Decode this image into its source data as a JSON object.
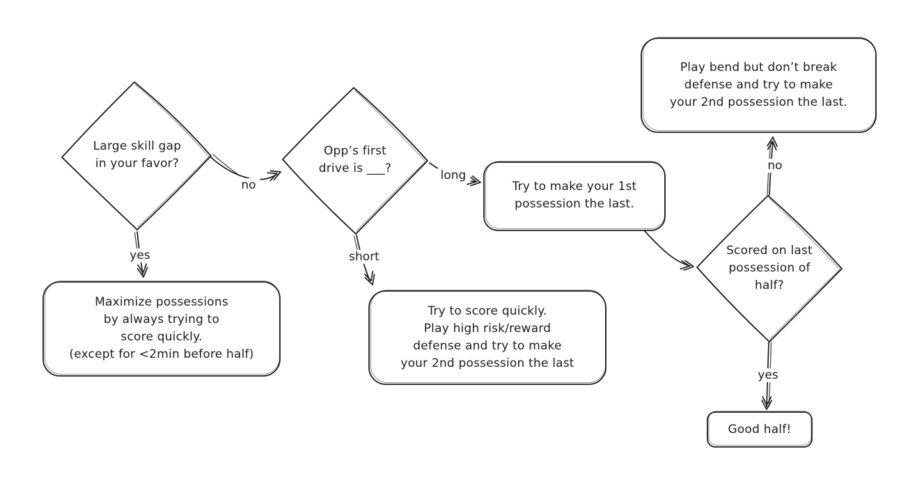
{
  "diagram": {
    "background": "#ffffff",
    "stroke_color": "#1b1b1b",
    "nodes": {
      "skill_gap": {
        "type": "decision",
        "label": "Large skill gap\nin your favor?"
      },
      "maximize_possessions": {
        "type": "process",
        "label": "Maximize possessions\nby always trying to\nscore quickly.\n(except for <2min before half)"
      },
      "opp_first_drive": {
        "type": "decision",
        "label": "Opp’s first\ndrive is ___?"
      },
      "first_possession_last": {
        "type": "process",
        "label": "Try to make your 1st\npossession the last."
      },
      "score_quickly_high_risk": {
        "type": "process",
        "label": "Try to score quickly.\nPlay high risk/reward\ndefense and try to make\nyour 2nd possession the last"
      },
      "bend_dont_break": {
        "type": "process",
        "label": "Play bend but don’t break\ndefense and try to make\nyour 2nd possession the last."
      },
      "scored_last_possession": {
        "type": "decision",
        "label": "Scored on last\npossession of\nhalf?"
      },
      "good_half": {
        "type": "terminal",
        "label": "Good half!"
      }
    },
    "edges": {
      "skill_gap_yes": {
        "from": "skill_gap",
        "to": "maximize_possessions",
        "label": "yes"
      },
      "skill_gap_no": {
        "from": "skill_gap",
        "to": "opp_first_drive",
        "label": "no"
      },
      "drive_long": {
        "from": "opp_first_drive",
        "to": "first_possession_last",
        "label": "long"
      },
      "drive_short": {
        "from": "opp_first_drive",
        "to": "score_quickly_high_risk",
        "label": "short"
      },
      "possession_to_scored": {
        "from": "first_possession_last",
        "to": "scored_last_possession",
        "label": ""
      },
      "scored_no": {
        "from": "scored_last_possession",
        "to": "bend_dont_break",
        "label": "no"
      },
      "scored_yes": {
        "from": "scored_last_possession",
        "to": "good_half",
        "label": "yes"
      }
    }
  }
}
